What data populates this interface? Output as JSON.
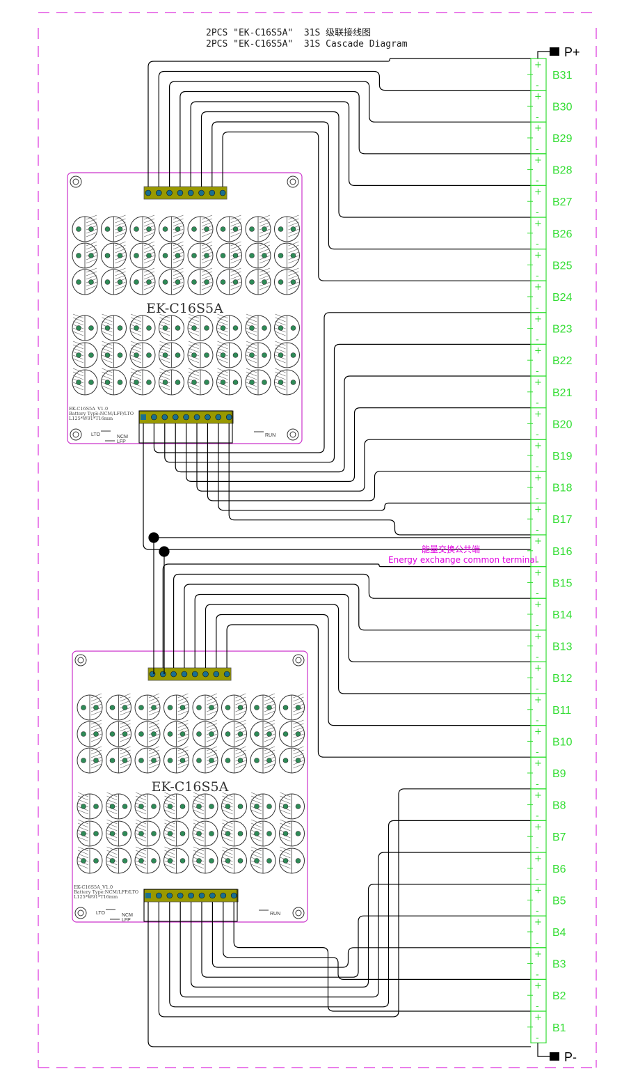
{
  "title_cn": "2PCS \"EK-C16S5A\"  31S 级联接线图",
  "title_en": "2PCS \"EK-C16S5A\"  31S Cascade Diagram",
  "terminals": {
    "positive": "P+",
    "negative": "P-"
  },
  "cells": [
    "B31",
    "B30",
    "B29",
    "B28",
    "B27",
    "B26",
    "B25",
    "B24",
    "B23",
    "B22",
    "B21",
    "B20",
    "B19",
    "B18",
    "B17",
    "B16",
    "B15",
    "B14",
    "B13",
    "B12",
    "B11",
    "B10",
    "B9",
    "B8",
    "B7",
    "B6",
    "B5",
    "B4",
    "B3",
    "B2",
    "B1"
  ],
  "cell_sign_plus": "+",
  "cell_sign_minus": "-",
  "common_terminal": {
    "cn": "能量交换公共端",
    "en": "Energy exchange common terminal"
  },
  "boards": [
    {
      "name": "EK-C16S5A",
      "info": [
        "EK-C16S5A_V1.0",
        "Battery Type:NCM/LFP/LTO",
        "L125*W91*T16mm"
      ],
      "labels": {
        "lto": "LTO",
        "ncm": "NCM",
        "lfp": "LFP",
        "run": "RUN"
      }
    },
    {
      "name": "EK-C16S5A",
      "info": [
        "EK-C16S5A_V1.0",
        "Battery Type:NCM/LFP/LTO",
        "L125*W91*T16mm"
      ],
      "labels": {
        "lto": "LTO",
        "ncm": "NCM",
        "lfp": "LFP",
        "run": "RUN"
      }
    }
  ],
  "colors": {
    "board_outline": "#cc33cc",
    "battery": "#33dd33",
    "wire": "#000000",
    "connector": "#999900",
    "dashed_border": "#dd33dd",
    "accent_text": "#e000e0"
  }
}
